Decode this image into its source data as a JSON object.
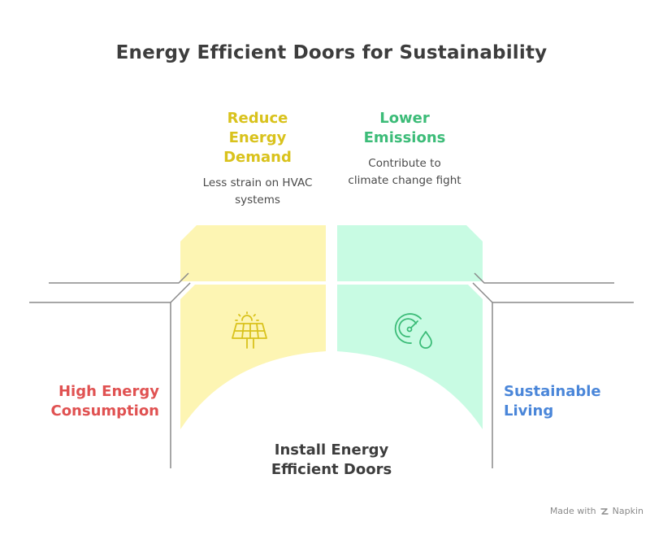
{
  "title": "Energy Efficient Doors for Sustainability",
  "benefits": [
    {
      "heading": "Reduce Energy Demand",
      "lines": [
        "Reduce",
        "Energy",
        "Demand"
      ],
      "description_lines": [
        "Less strain on HVAC",
        "systems"
      ],
      "icon": "solar-panel-icon",
      "color": "#d9c21c",
      "fill": "#fdf5b3"
    },
    {
      "heading": "Lower Emissions",
      "lines": [
        "Lower",
        "Emissions"
      ],
      "description_lines": [
        "Contribute to",
        "climate change fight"
      ],
      "icon": "gauge-droplet-icon",
      "color": "#3cbc78",
      "fill": "#c8fbe3"
    }
  ],
  "left_label_lines": [
    "High Energy",
    "Consumption"
  ],
  "left_color": "#e05252",
  "right_label_lines": [
    "Sustainable",
    "Living"
  ],
  "right_color": "#4a86d9",
  "center_label_lines": [
    "Install Energy",
    "Efficient Doors"
  ],
  "footer": {
    "prefix": "Made with",
    "brand": "Napkin"
  }
}
